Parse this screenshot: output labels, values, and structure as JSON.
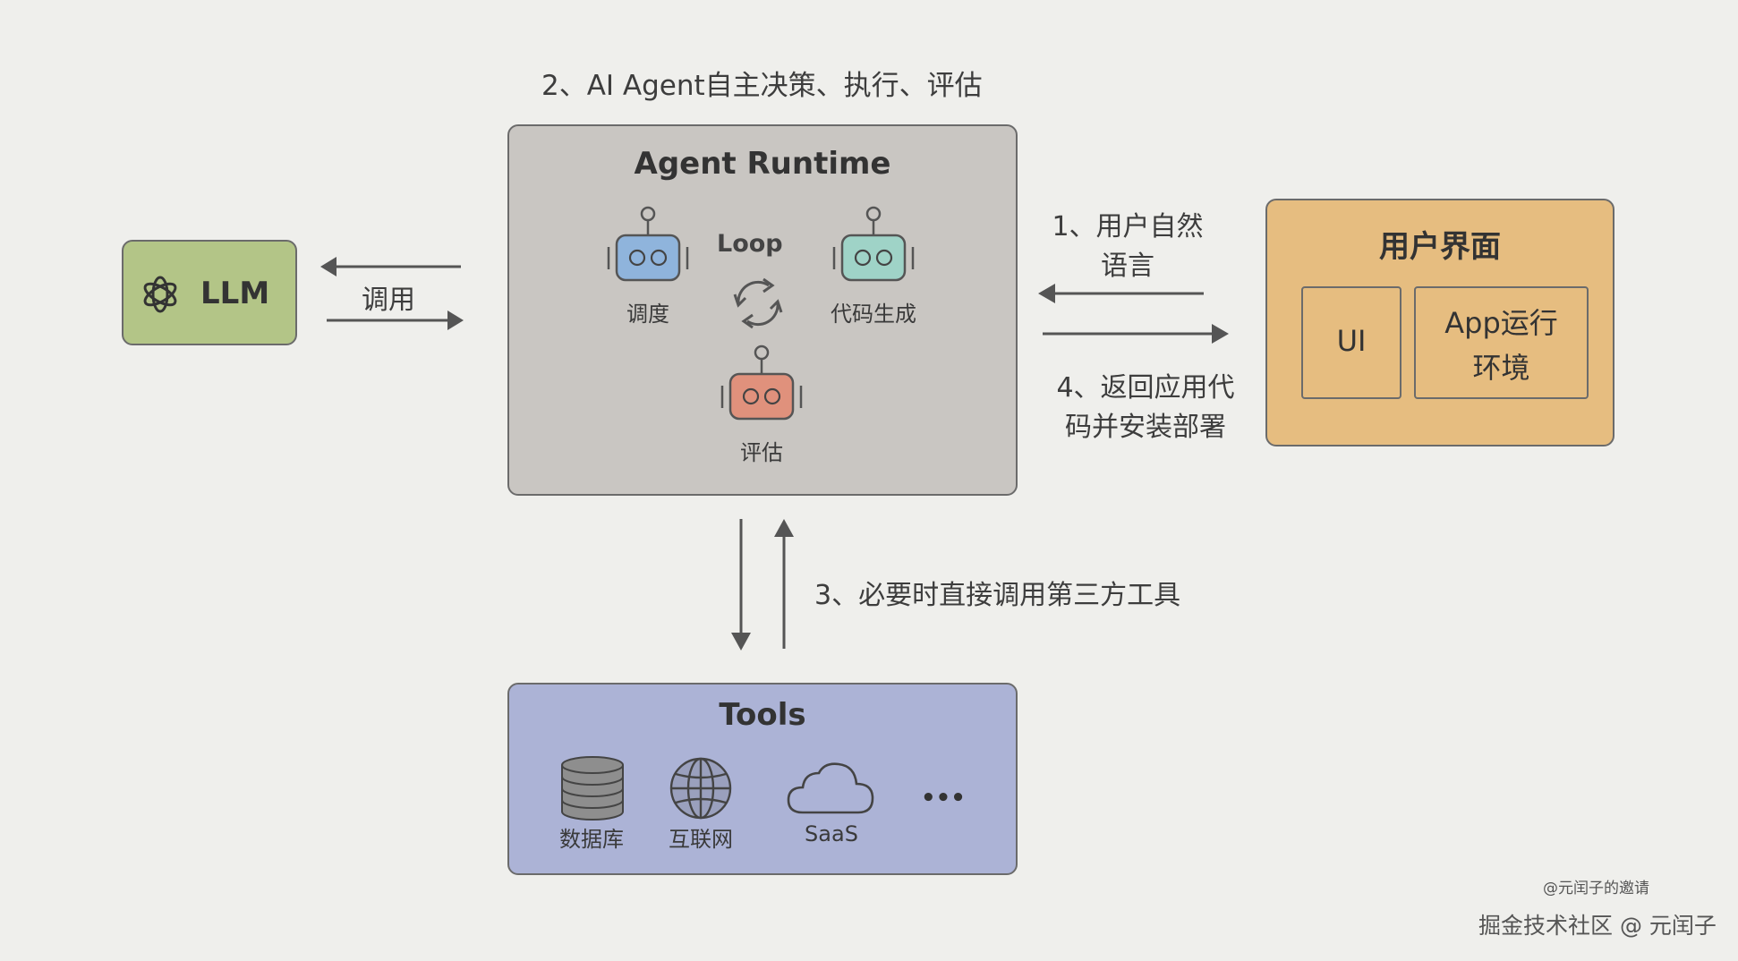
{
  "step2_text": "2、AI Agent自主决策、执行、评估",
  "agent_runtime": {
    "title": "Agent Runtime",
    "loop_label": "Loop",
    "robots": [
      {
        "label": "调度",
        "color": "#8fb4dc"
      },
      {
        "label": "代码生成",
        "color": "#9fd3c7"
      },
      {
        "label": "评估",
        "color": "#e0917c"
      }
    ]
  },
  "llm": {
    "label": "LLM",
    "color": "#b3c587"
  },
  "call_label": "调用",
  "step1_text": "1、用户自然\n语言",
  "step4_text": "4、返回应用代\n码并安装部署",
  "user_interface": {
    "title": "用户界面",
    "ui_label": "UI",
    "app_label": "App运行\n环境",
    "color": "#e6bd80"
  },
  "step3_text": "3、必要时直接调用第三方工具",
  "tools": {
    "title": "Tools",
    "items": [
      {
        "label": "数据库",
        "icon": "database-icon"
      },
      {
        "label": "互联网",
        "icon": "globe-icon"
      },
      {
        "label": "SaaS",
        "icon": "cloud-icon"
      },
      {
        "label": "•••",
        "icon": "more-icon"
      }
    ],
    "color": "#acb3d6"
  },
  "watermark_small": "@元闰子的邀请",
  "watermark": "掘金技术社区 @ 元闰子"
}
